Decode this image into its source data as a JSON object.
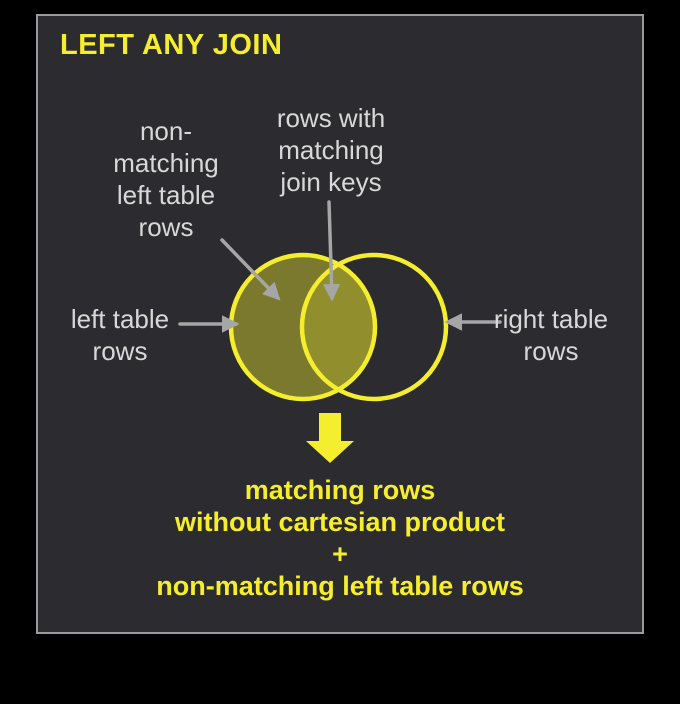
{
  "title": "LEFT ANY JOIN",
  "labels": {
    "non_matching_left": "non-\nmatching\nleft table\nrows",
    "matching_keys": "rows with\nmatching\njoin keys",
    "left_table": "left table\nrows",
    "right_table": "right table\nrows"
  },
  "result": {
    "lines": [
      "matching rows",
      "without cartesian product",
      "+",
      "non-matching left table rows"
    ]
  },
  "icons": {
    "down_block_arrow": "block-down-arrow",
    "pointer_arrow": "gray-pointer-arrow"
  },
  "colors": {
    "accent": "#f5ee2e",
    "label": "#d8d8d8",
    "arrow": "#a6a6a6",
    "panel_bg": "#2c2b2f",
    "panel_border": "#9a9a9a",
    "page_bg": "#000000",
    "venn_fill": "#f3ef2e66",
    "venn_overlap": "#f3ef2e2e"
  }
}
